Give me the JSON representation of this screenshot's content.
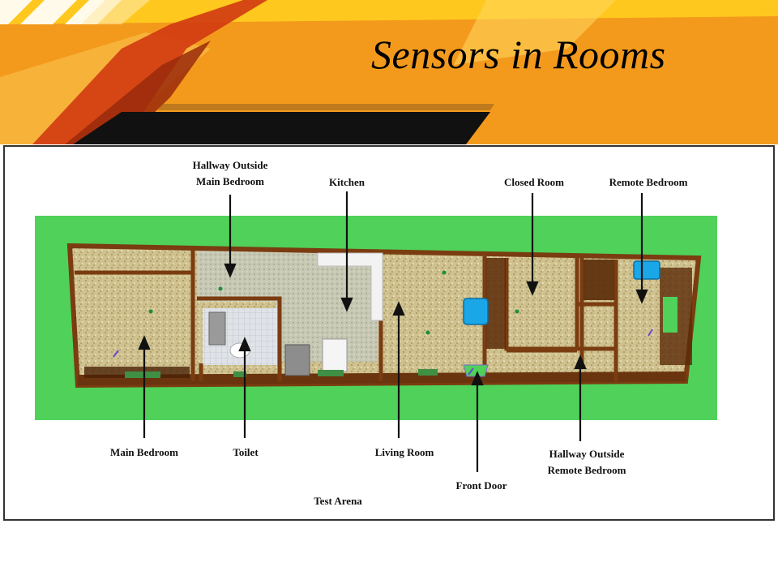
{
  "slide": {
    "title": "Sensors in Rooms"
  },
  "diagram": {
    "caption": "Test Arena",
    "labels": {
      "hallway_main_line1": "Hallway Outside",
      "hallway_main_line2": "Main Bedroom",
      "kitchen": "Kitchen",
      "closed_room": "Closed Room",
      "remote_bedroom": "Remote Bedroom",
      "main_bedroom": "Main Bedroom",
      "toilet": "Toilet",
      "living_room": "Living Room",
      "front_door": "Front Door",
      "hallway_remote_line1": "Hallway Outside",
      "hallway_remote_line2": "Remote Bedroom"
    }
  },
  "colors": {
    "banner_orange": "#f39a1c",
    "banner_yellow": "#ffc81e",
    "banner_red": "#d13a12",
    "banner_black": "#111111",
    "lawn_green": "#4fd15a",
    "wall_brown": "#7a3c10",
    "carpet_beige": "#cfc290",
    "kitchen_floor": "#c7c8b4",
    "sofa_cyan": "#1aa7e8"
  }
}
